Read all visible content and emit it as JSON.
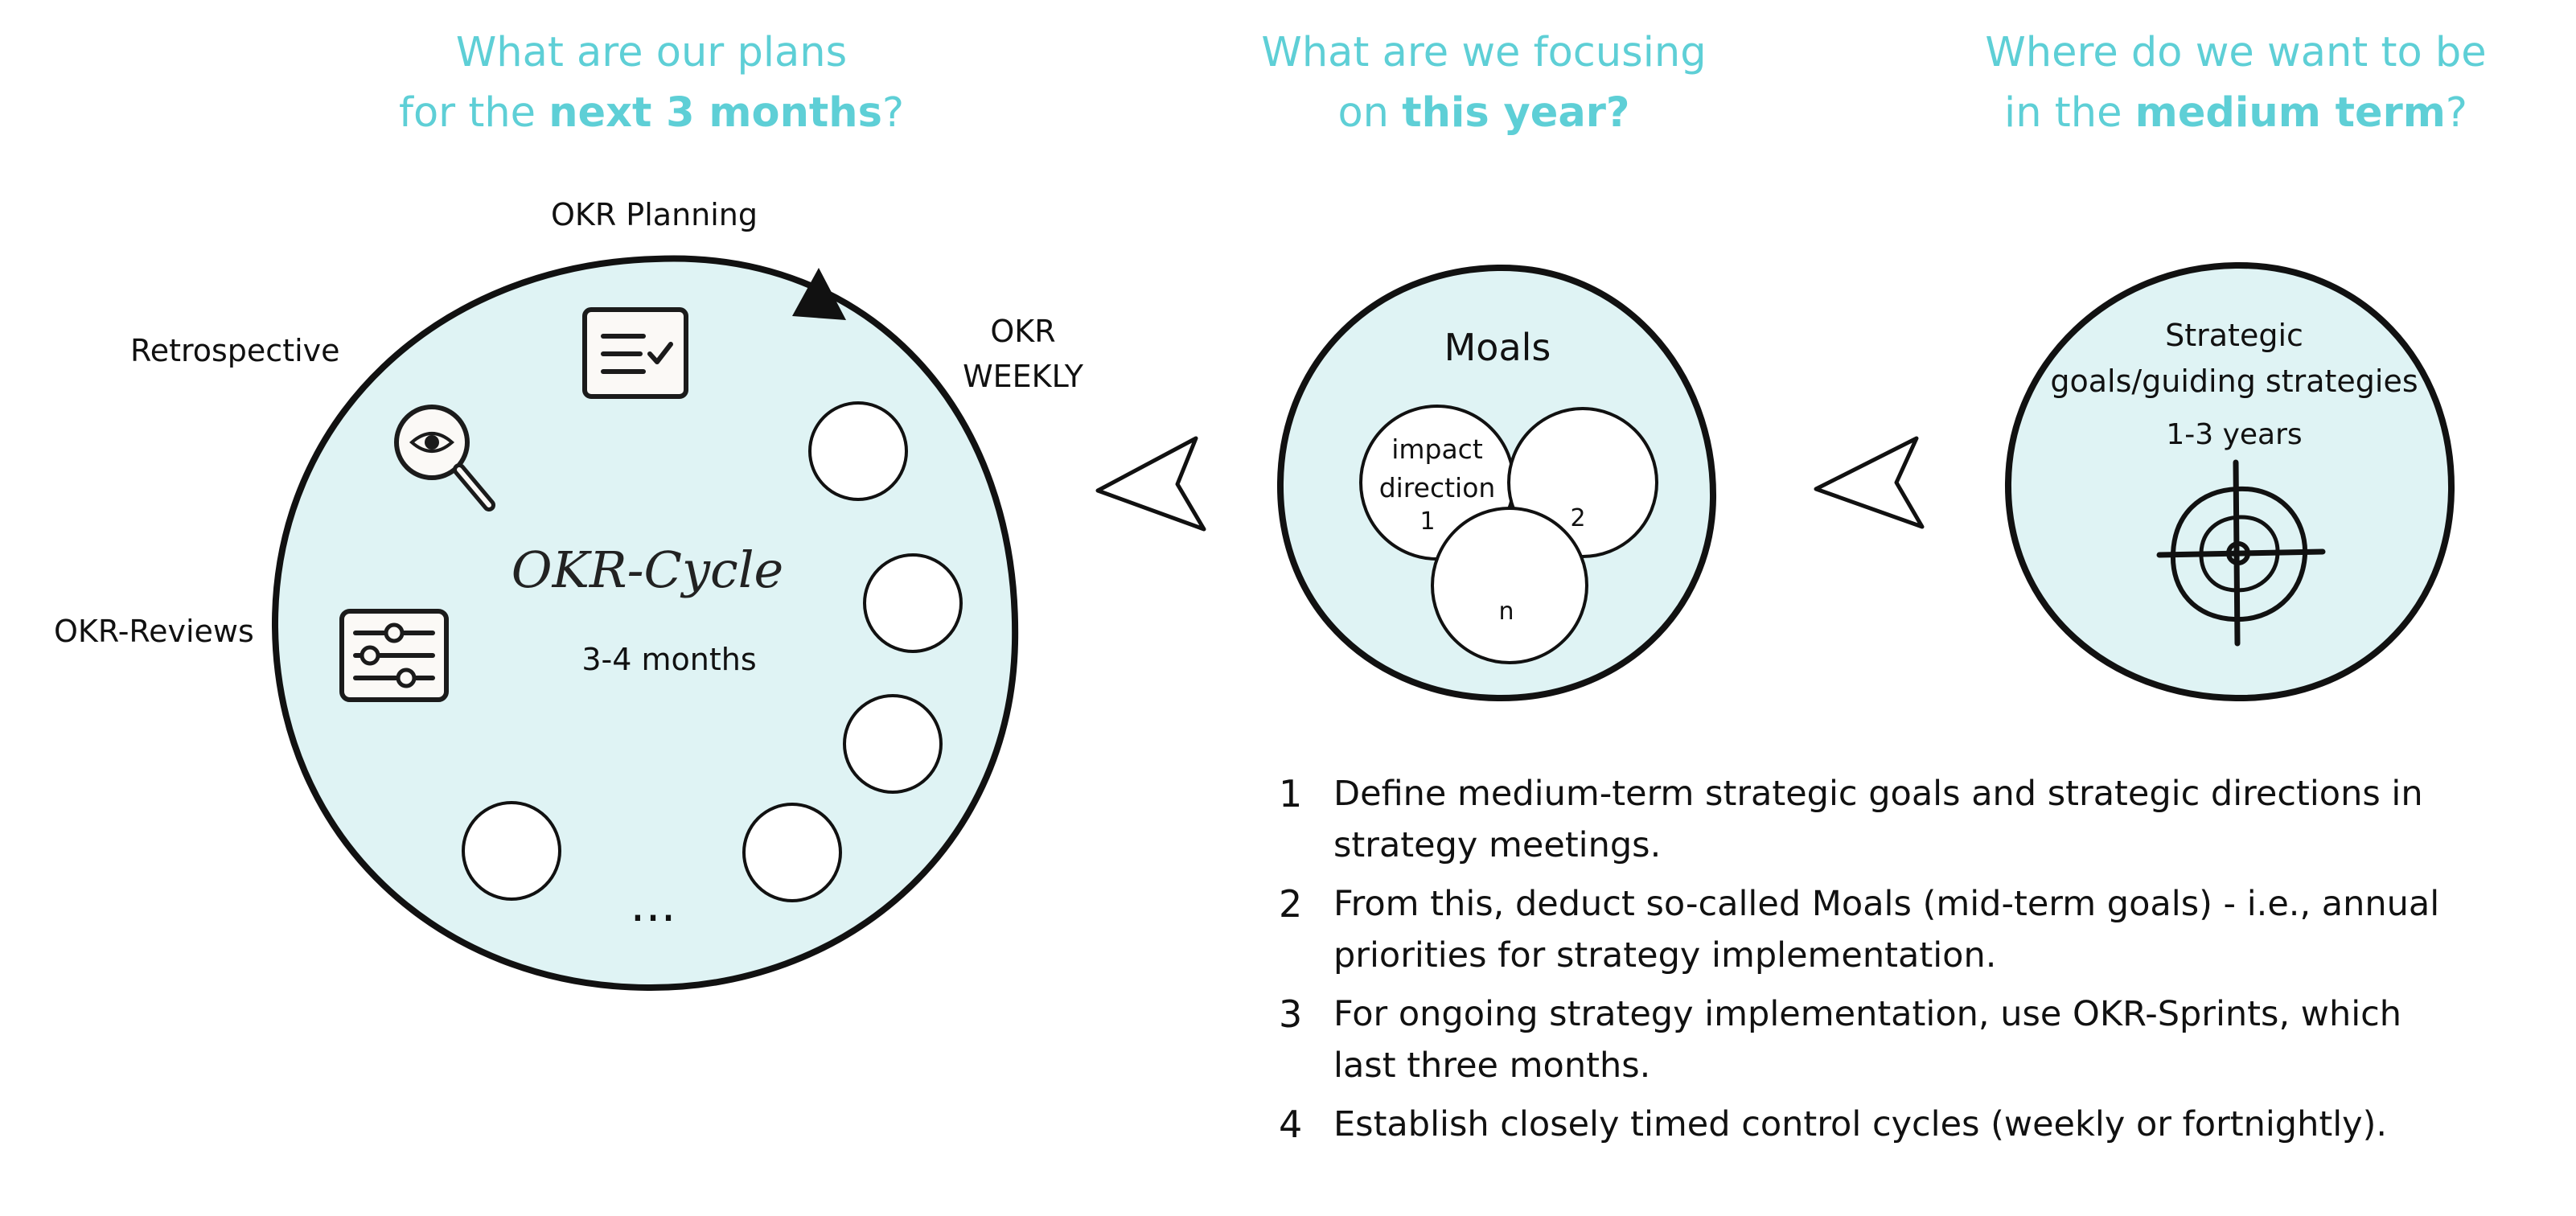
{
  "headings": {
    "plans": {
      "line1": "What are our plans",
      "line2_pre": "for the ",
      "line2_bold": "next 3 months",
      "line2_post": "?"
    },
    "focus": {
      "line1": "What are we focusing",
      "line2_pre": "on ",
      "line2_bold": "this year?",
      "line2_post": ""
    },
    "medium": {
      "line1": "Where do we want to be",
      "line2_pre": "in the ",
      "line2_bold": "medium term",
      "line2_post": "?"
    }
  },
  "cycle": {
    "title": "OKR-Cycle",
    "duration": "3-4 months",
    "labels": {
      "planning": "OKR Planning",
      "weekly_line1": "OKR",
      "weekly_line2": "WEEKLY",
      "retrospective": "Retrospective",
      "reviews": "OKR-Reviews"
    },
    "ellipsis": "..."
  },
  "moals": {
    "title": "Moals",
    "circle1_line1": "impact",
    "circle1_line2": "direction",
    "circle1_num": "1",
    "circle2_num": "2",
    "circle3_num": "n"
  },
  "strategic": {
    "line1": "Strategic",
    "line2": "goals/guiding strategies",
    "duration": "1-3 years"
  },
  "steps": [
    {
      "num": "1",
      "text": "Define medium-term strategic goals and strategic directions in strategy meetings."
    },
    {
      "num": "2",
      "text": "From this, deduct so-called Moals (mid-term goals) - i.e., annual priorities for strategy implementation."
    },
    {
      "num": "3",
      "text": "For ongoing strategy implementation, use OKR-Sprints, which last three months."
    },
    {
      "num": "4",
      "text": "Establish closely timed control cycles (weekly or fortnightly)."
    }
  ],
  "colors": {
    "accent": "#5ecfd6",
    "fill": "#dff3f4",
    "stroke": "#111111"
  },
  "icons": [
    "checklist-icon",
    "magnifier-eye-icon",
    "sliders-icon",
    "target-icon",
    "arrow-left-icon"
  ]
}
